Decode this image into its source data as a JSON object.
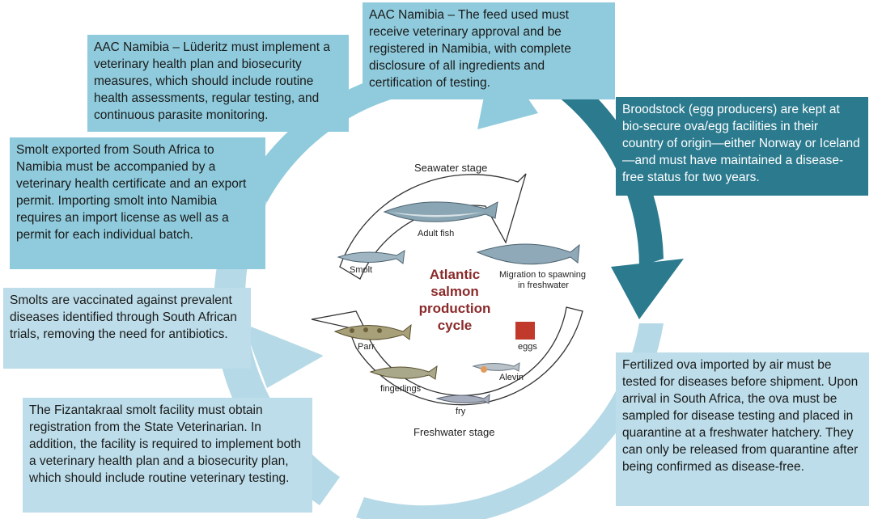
{
  "boxes": {
    "feed": "AAC Namibia – The feed used must receive veterinary approval and be registered in Namibia, with complete disclosure of all ingredients and certification of testing.",
    "luderitz": "AAC Namibia – Lüderitz must implement a veterinary health plan and biosecurity measures, which should include routine health assessments, regular testing, and continuous parasite monitoring.",
    "broodstock": "Broodstock (egg producers) are kept at bio-secure ova/egg facilities in their country of origin—either Norway or Iceland—and must have maintained a disease-free status for two years.",
    "smolt_export": "Smolt exported from South Africa to Namibia must be accompanied by a veterinary health certificate and an export permit. Importing smolt into Namibia requires an import license as well as a permit for each individual batch.",
    "vaccination": "Smolts are vaccinated against prevalent diseases identified through South African trials, removing the need for antibiotics.",
    "fizantakraal": "The Fizantakraal smolt facility must obtain registration from the State Veterinarian. In addition, the facility is required to implement both a veterinary health plan and a biosecurity plan, which should include routine veterinary testing.",
    "fertilized_ova": "Fertilized ova imported by air must be tested for diseases before shipment. Upon arrival in South Africa, the ova must be sampled for disease testing and placed in quarantine at a freshwater hatchery. They can only be released from quarantine after being confirmed as disease-free."
  },
  "cycle": {
    "center_line1": "Atlantic",
    "center_line2": "salmon",
    "center_line3": "production",
    "center_line4": "cycle",
    "seawater_stage": "Seawater stage",
    "freshwater_stage": "Freshwater stage",
    "stages": {
      "adult_fish": "Adult fish",
      "smolt": "Smolt",
      "migration_line1": "Migration to spawning",
      "migration_line2": "in freshwater",
      "eggs": "eggs",
      "alevin": "Alevin",
      "fry": "fry",
      "fingerlings": "fingerlings",
      "parr": "Parr"
    }
  },
  "colors": {
    "arrow_light": "#b5d9e6",
    "arrow_mid": "#8fcbdc",
    "arrow_dark": "#2b7a8e",
    "title_red": "#8b2a2a",
    "egg_red": "#c0392b"
  }
}
